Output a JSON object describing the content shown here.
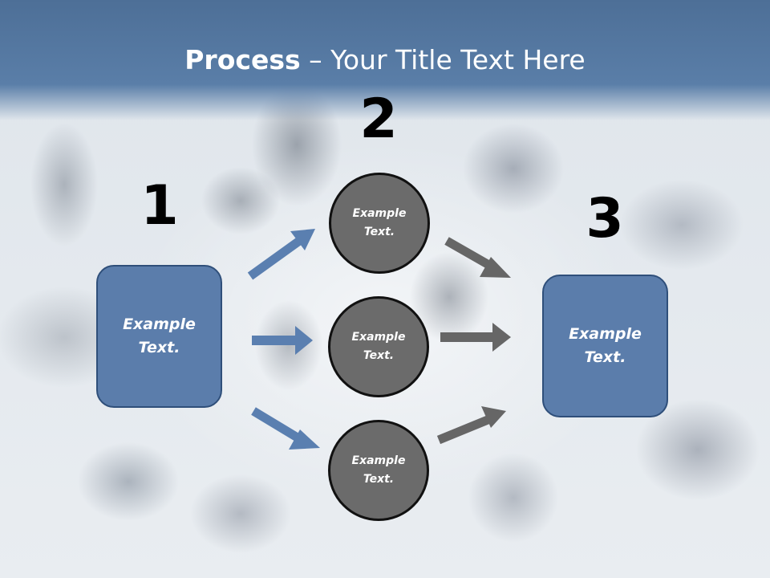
{
  "title": {
    "bold": "Process",
    "rest": " – Your Title Text Here"
  },
  "steps": {
    "one": "1",
    "two": "2",
    "three": "3"
  },
  "left_box": {
    "line1": "Example",
    "line2": "Text."
  },
  "right_box": {
    "line1": "Example",
    "line2": "Text."
  },
  "circles": [
    {
      "line1": "Example",
      "line2": "Text."
    },
    {
      "line1": "Example",
      "line2": "Text."
    },
    {
      "line1": "Example",
      "line2": "Text."
    }
  ],
  "colors": {
    "box": "#5b7dab",
    "circle": "#6b6b6b",
    "blue_arrow": "#5a7fb0",
    "gray_arrow": "#666666",
    "header": "#5478a3"
  }
}
